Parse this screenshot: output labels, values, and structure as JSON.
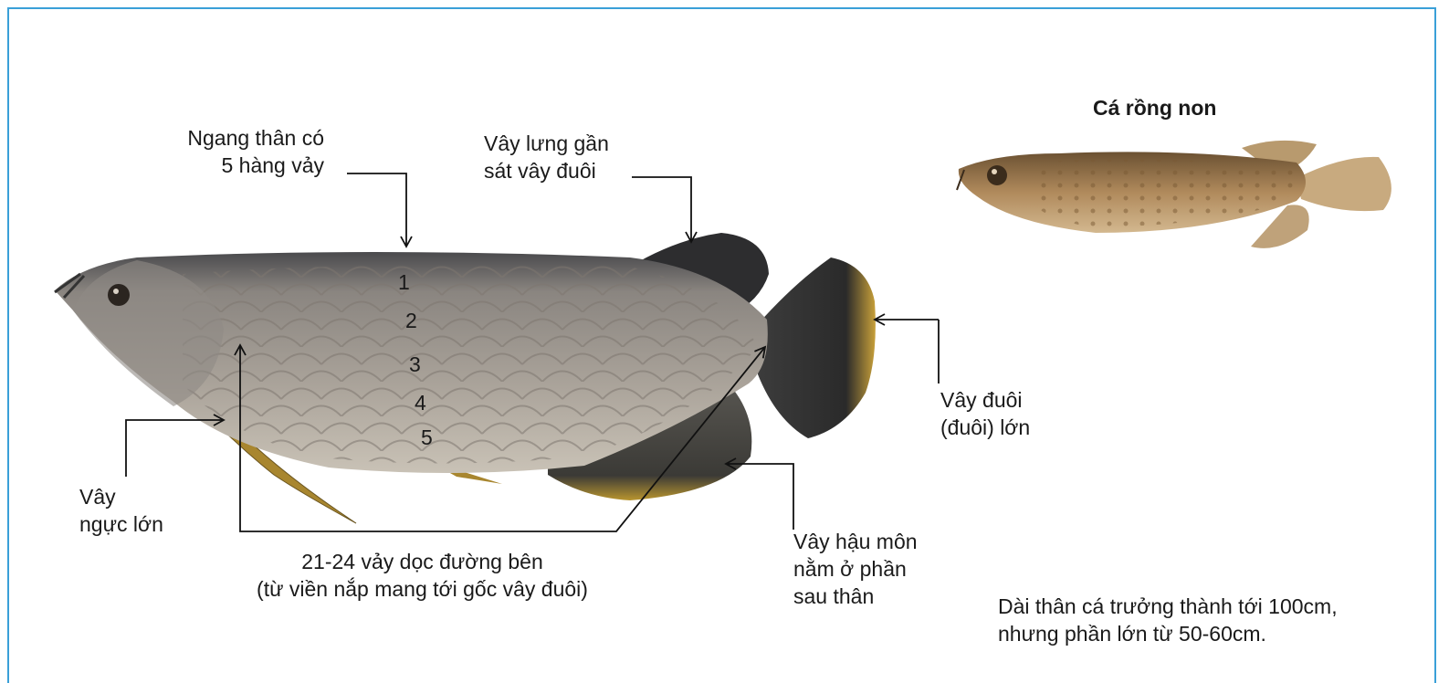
{
  "juvenile_title": "Cá rồng non",
  "labels": {
    "scale_rows_line1": "Ngang thân có",
    "scale_rows_line2": "5 hàng vảy",
    "dorsal_line1": "Vây lưng gần",
    "dorsal_line2": "sát vây đuôi",
    "caudal_line1": "Vây đuôi",
    "caudal_line2": "(đuôi) lớn",
    "pectoral_line1": "Vây",
    "pectoral_line2": "ngực lớn",
    "lateral_line1": "21-24 vảy dọc đường bên",
    "lateral_line2": "(từ viền nắp mang tới gốc vây đuôi)",
    "anal_line1": "Vây hậu môn",
    "anal_line2": "nằm ở phần",
    "anal_line3": "sau thân",
    "length_line1": "Dài thân cá trưởng thành tới 100cm,",
    "length_line2": "nhưng phần lớn từ 50-60cm."
  },
  "scale_row_numbers": [
    "1",
    "2",
    "3",
    "4",
    "5"
  ],
  "colors": {
    "frame_border": "#3aa0d8",
    "fish_body": "#9c958d",
    "fish_dark": "#2a2a2a",
    "fin_gold": "#c9a13a",
    "juvenile_body": "#b08a5c"
  }
}
